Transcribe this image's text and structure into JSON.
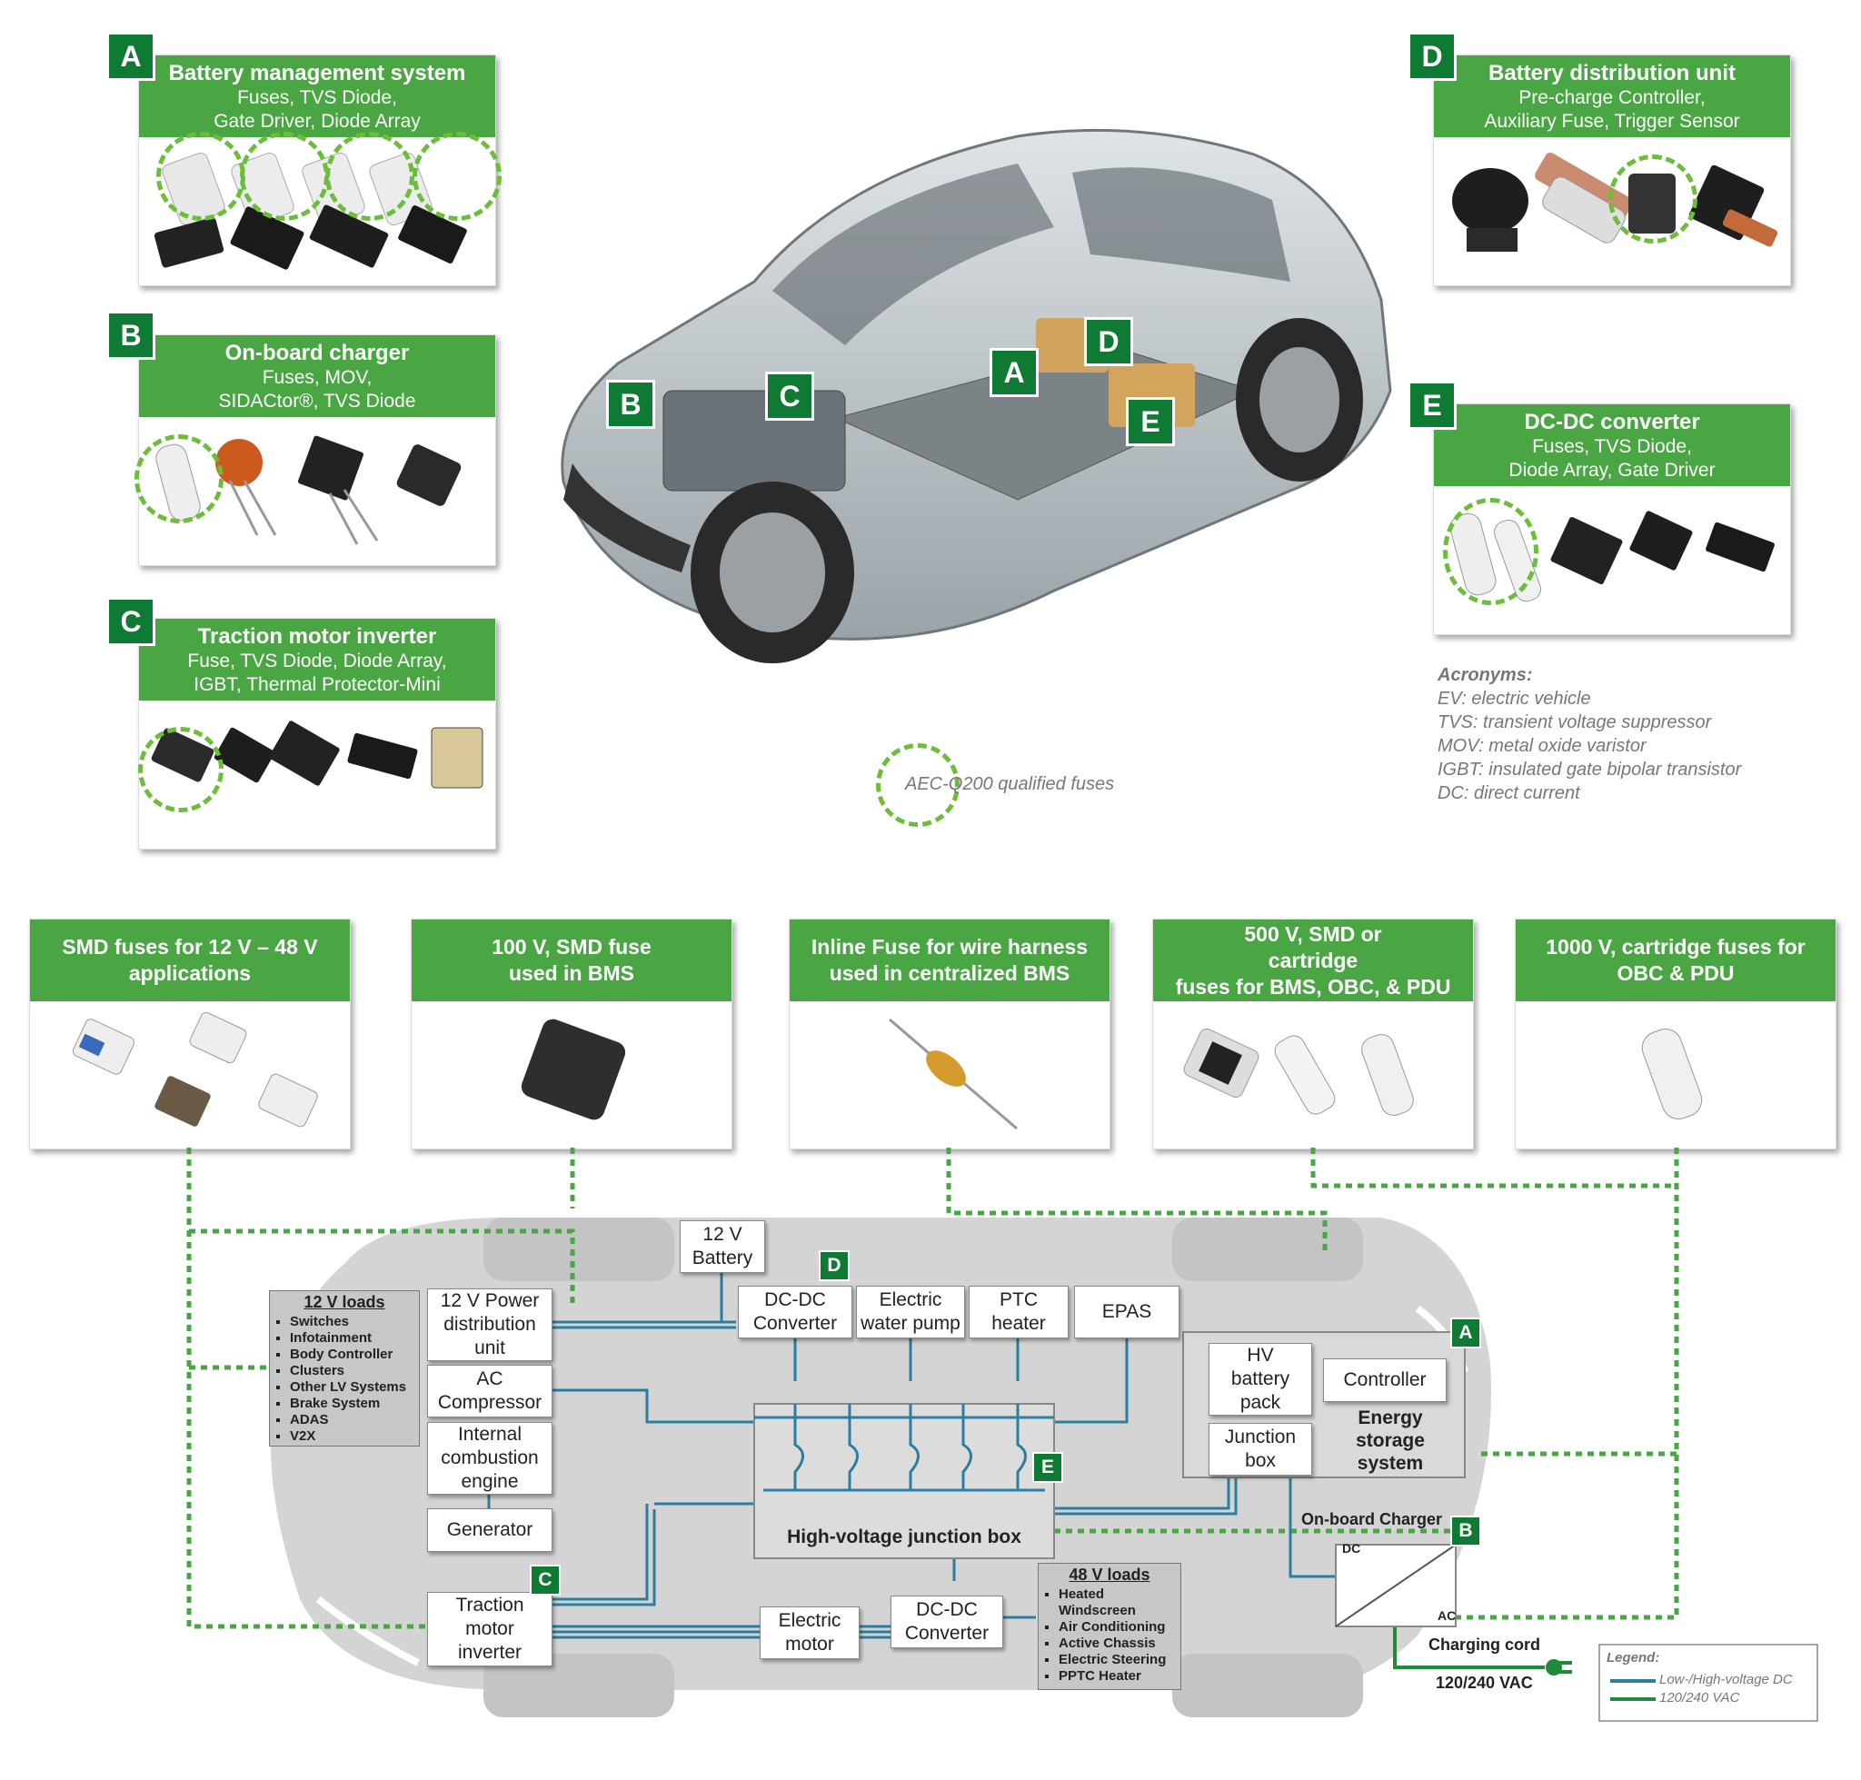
{
  "cards": {
    "a": {
      "badge": "A",
      "title": "Battery management system",
      "sub1": "Fuses, TVS Diode,",
      "sub2": "Gate Driver, Diode Array"
    },
    "b": {
      "badge": "B",
      "title": "On-board charger",
      "sub1": "Fuses, MOV,",
      "sub2": "SIDACtor®, TVS Diode"
    },
    "c": {
      "badge": "C",
      "title": "Traction motor inverter",
      "sub1": "Fuse, TVS Diode, Diode Array,",
      "sub2": "IGBT, Thermal Protector-Mini"
    },
    "d": {
      "badge": "D",
      "title": "Battery distribution unit",
      "sub1": "Pre-charge Controller,",
      "sub2": "Auxiliary Fuse, Trigger Sensor"
    },
    "e": {
      "badge": "E",
      "title": "DC-DC converter",
      "sub1": "Fuses, TVS Diode,",
      "sub2": "Diode Array, Gate Driver"
    }
  },
  "car_badges": {
    "a": "A",
    "b": "B",
    "c": "C",
    "d": "D",
    "e": "E"
  },
  "legend_ring": "AEC-Q200 qualified fuses",
  "acronyms": {
    "title": "Acronyms:",
    "items": [
      "EV: electric vehicle",
      "TVS: transient voltage suppressor",
      "MOV: metal oxide varistor",
      "IGBT: insulated gate bipolar transistor",
      "DC: direct current"
    ]
  },
  "categories": [
    {
      "l1": "SMD fuses for 12 V – 48 V",
      "l2": "applications",
      "l3": ""
    },
    {
      "l1": "100 V, SMD fuse",
      "l2": "used in BMS",
      "l3": ""
    },
    {
      "l1": "Inline Fuse for wire harness",
      "l2": "used in centralized BMS",
      "l3": ""
    },
    {
      "l1": "500 V, SMD  or",
      "l2": "cartridge",
      "l3": "fuses for BMS, OBC, & PDU"
    },
    {
      "l1": "1000 V, cartridge fuses for",
      "l2": "OBC & PDU",
      "l3": ""
    }
  ],
  "diagram": {
    "battery12": [
      "12 V",
      "Battery"
    ],
    "power_dist": [
      "12 V Power",
      "distribution",
      "unit"
    ],
    "ac_comp": [
      "AC",
      "Compressor"
    ],
    "ice": [
      "Internal",
      "combustion",
      "engine"
    ],
    "generator": "Generator",
    "traction": [
      "Traction",
      "motor",
      "inverter"
    ],
    "dcdc_top": [
      "DC-DC",
      "Converter"
    ],
    "water_pump": [
      "Electric",
      "water pump"
    ],
    "ptc": [
      "PTC",
      "heater"
    ],
    "epas": "EPAS",
    "hvjb": "High-voltage junction box",
    "hv_pack": [
      "HV",
      "battery",
      "pack"
    ],
    "controller": "Controller",
    "junction": [
      "Junction",
      "box"
    ],
    "ess": [
      "Energy",
      "storage",
      "system"
    ],
    "obc": "On-board Charger",
    "dc": "DC",
    "ac": "AC",
    "charging_cord": "Charging cord",
    "vac": "120/240 VAC",
    "elec_motor": [
      "Electric",
      "motor"
    ],
    "dcdc_bottom": [
      "DC-DC",
      "Converter"
    ],
    "loads12": {
      "title": "12 V loads",
      "items": [
        "Switches",
        "Infotainment",
        "Body Controller",
        "Clusters",
        "Other LV Systems",
        "Brake System",
        "ADAS",
        "V2X"
      ]
    },
    "loads48": {
      "title": "48 V loads",
      "items": [
        "Heated",
        "Windscreen",
        "Air Conditioning",
        "Active Chassis",
        "Electric Steering",
        "PPTC Heater"
      ]
    },
    "badges": {
      "d": "D",
      "a": "A",
      "e": "E",
      "c": "C",
      "b": "B"
    },
    "legend": {
      "title": "Legend:",
      "dc": "Low-/High-voltage DC",
      "ac": "120/240 VAC"
    }
  },
  "colors": {
    "green": "#4aa543",
    "badge": "#0f7a33",
    "dc_line": "#2a7fa0",
    "ac_line": "#1f8a3a",
    "dotted": "#4aa543"
  }
}
